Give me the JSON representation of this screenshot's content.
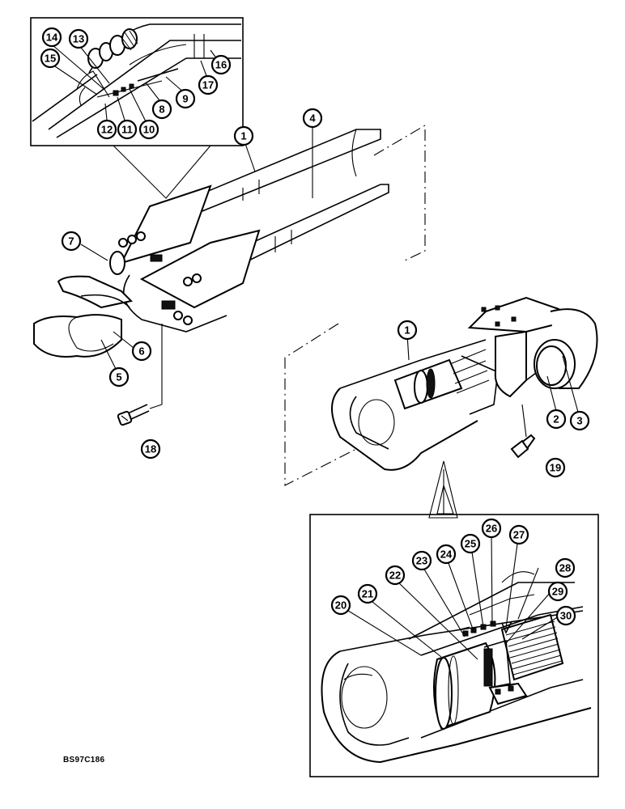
{
  "figure_code": "BS97C186",
  "callouts": [
    "1",
    "2",
    "3",
    "4",
    "5",
    "6",
    "7",
    "8",
    "9",
    "10",
    "11",
    "12",
    "13",
    "14",
    "15",
    "16",
    "17",
    "18",
    "19",
    "20",
    "21",
    "22",
    "23",
    "24",
    "25",
    "26",
    "27",
    "28",
    "29",
    "30"
  ]
}
